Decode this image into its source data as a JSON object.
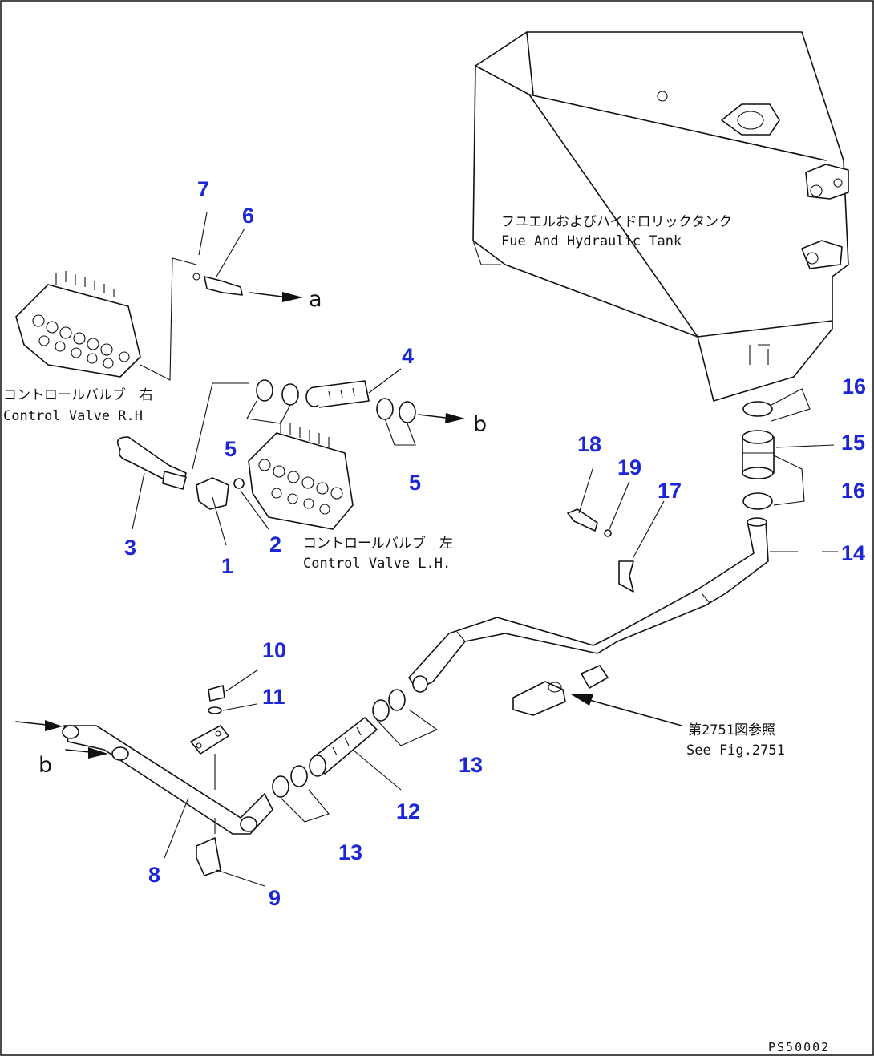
{
  "labels": {
    "fuel_tank_jp": "フユエルおよびハイドロリックタンク",
    "fuel_tank_en": "Fue  And Hydraulic Tank",
    "cv_rh_jp": "コントロールバルブ　右",
    "cv_rh_en": "Control Valve R.H",
    "cv_lh_jp": "コントロールバルブ　左",
    "cv_lh_en": "Control Valve L.H.",
    "see_fig_jp": "第2751図参照",
    "see_fig_en": "See Fig.2751",
    "arrow_a": "a",
    "arrow_b_right": "b",
    "arrow_b_left": "b",
    "drawing_code": "PS50002"
  },
  "callouts": [
    "1",
    "2",
    "3",
    "4",
    "5",
    "5",
    "6",
    "7",
    "8",
    "9",
    "10",
    "11",
    "12",
    "13",
    "13",
    "14",
    "15",
    "16",
    "16",
    "17",
    "18",
    "19"
  ],
  "colors": {
    "callout": "#1d26d6",
    "line": "#111111",
    "background": "#ffffff"
  }
}
